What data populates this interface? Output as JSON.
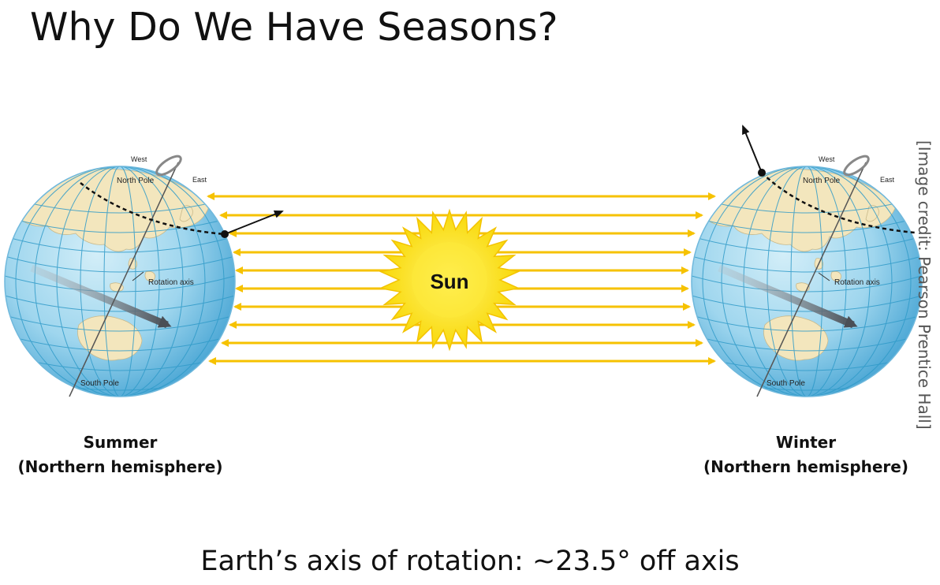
{
  "title": "Why Do We Have Seasons?",
  "sun": {
    "label": "Sun",
    "color": "#fde210",
    "ray_color": "#f6c200"
  },
  "summer": {
    "west": "West",
    "east": "East",
    "north_pole": "North Pole",
    "rotation_axis": "Rotation axis",
    "south_pole": "South Pole",
    "caption_line1": "Summer",
    "caption_line2": "(Northern hemisphere)"
  },
  "winter": {
    "west": "West",
    "east": "East",
    "north_pole": "North Pole",
    "rotation_axis": "Rotation axis",
    "south_pole": "South Pole",
    "caption_line1": "Winter",
    "caption_line2": "(Northern hemisphere)"
  },
  "footer": "Earth’s axis of rotation: ~23.5° off axis",
  "credit": "[Image credit: Pearson Prentice Hall]",
  "colors": {
    "ocean": "#9ed6ee",
    "land": "#f3e6bd",
    "grid": "#2f9ac8",
    "text": "#111111"
  }
}
